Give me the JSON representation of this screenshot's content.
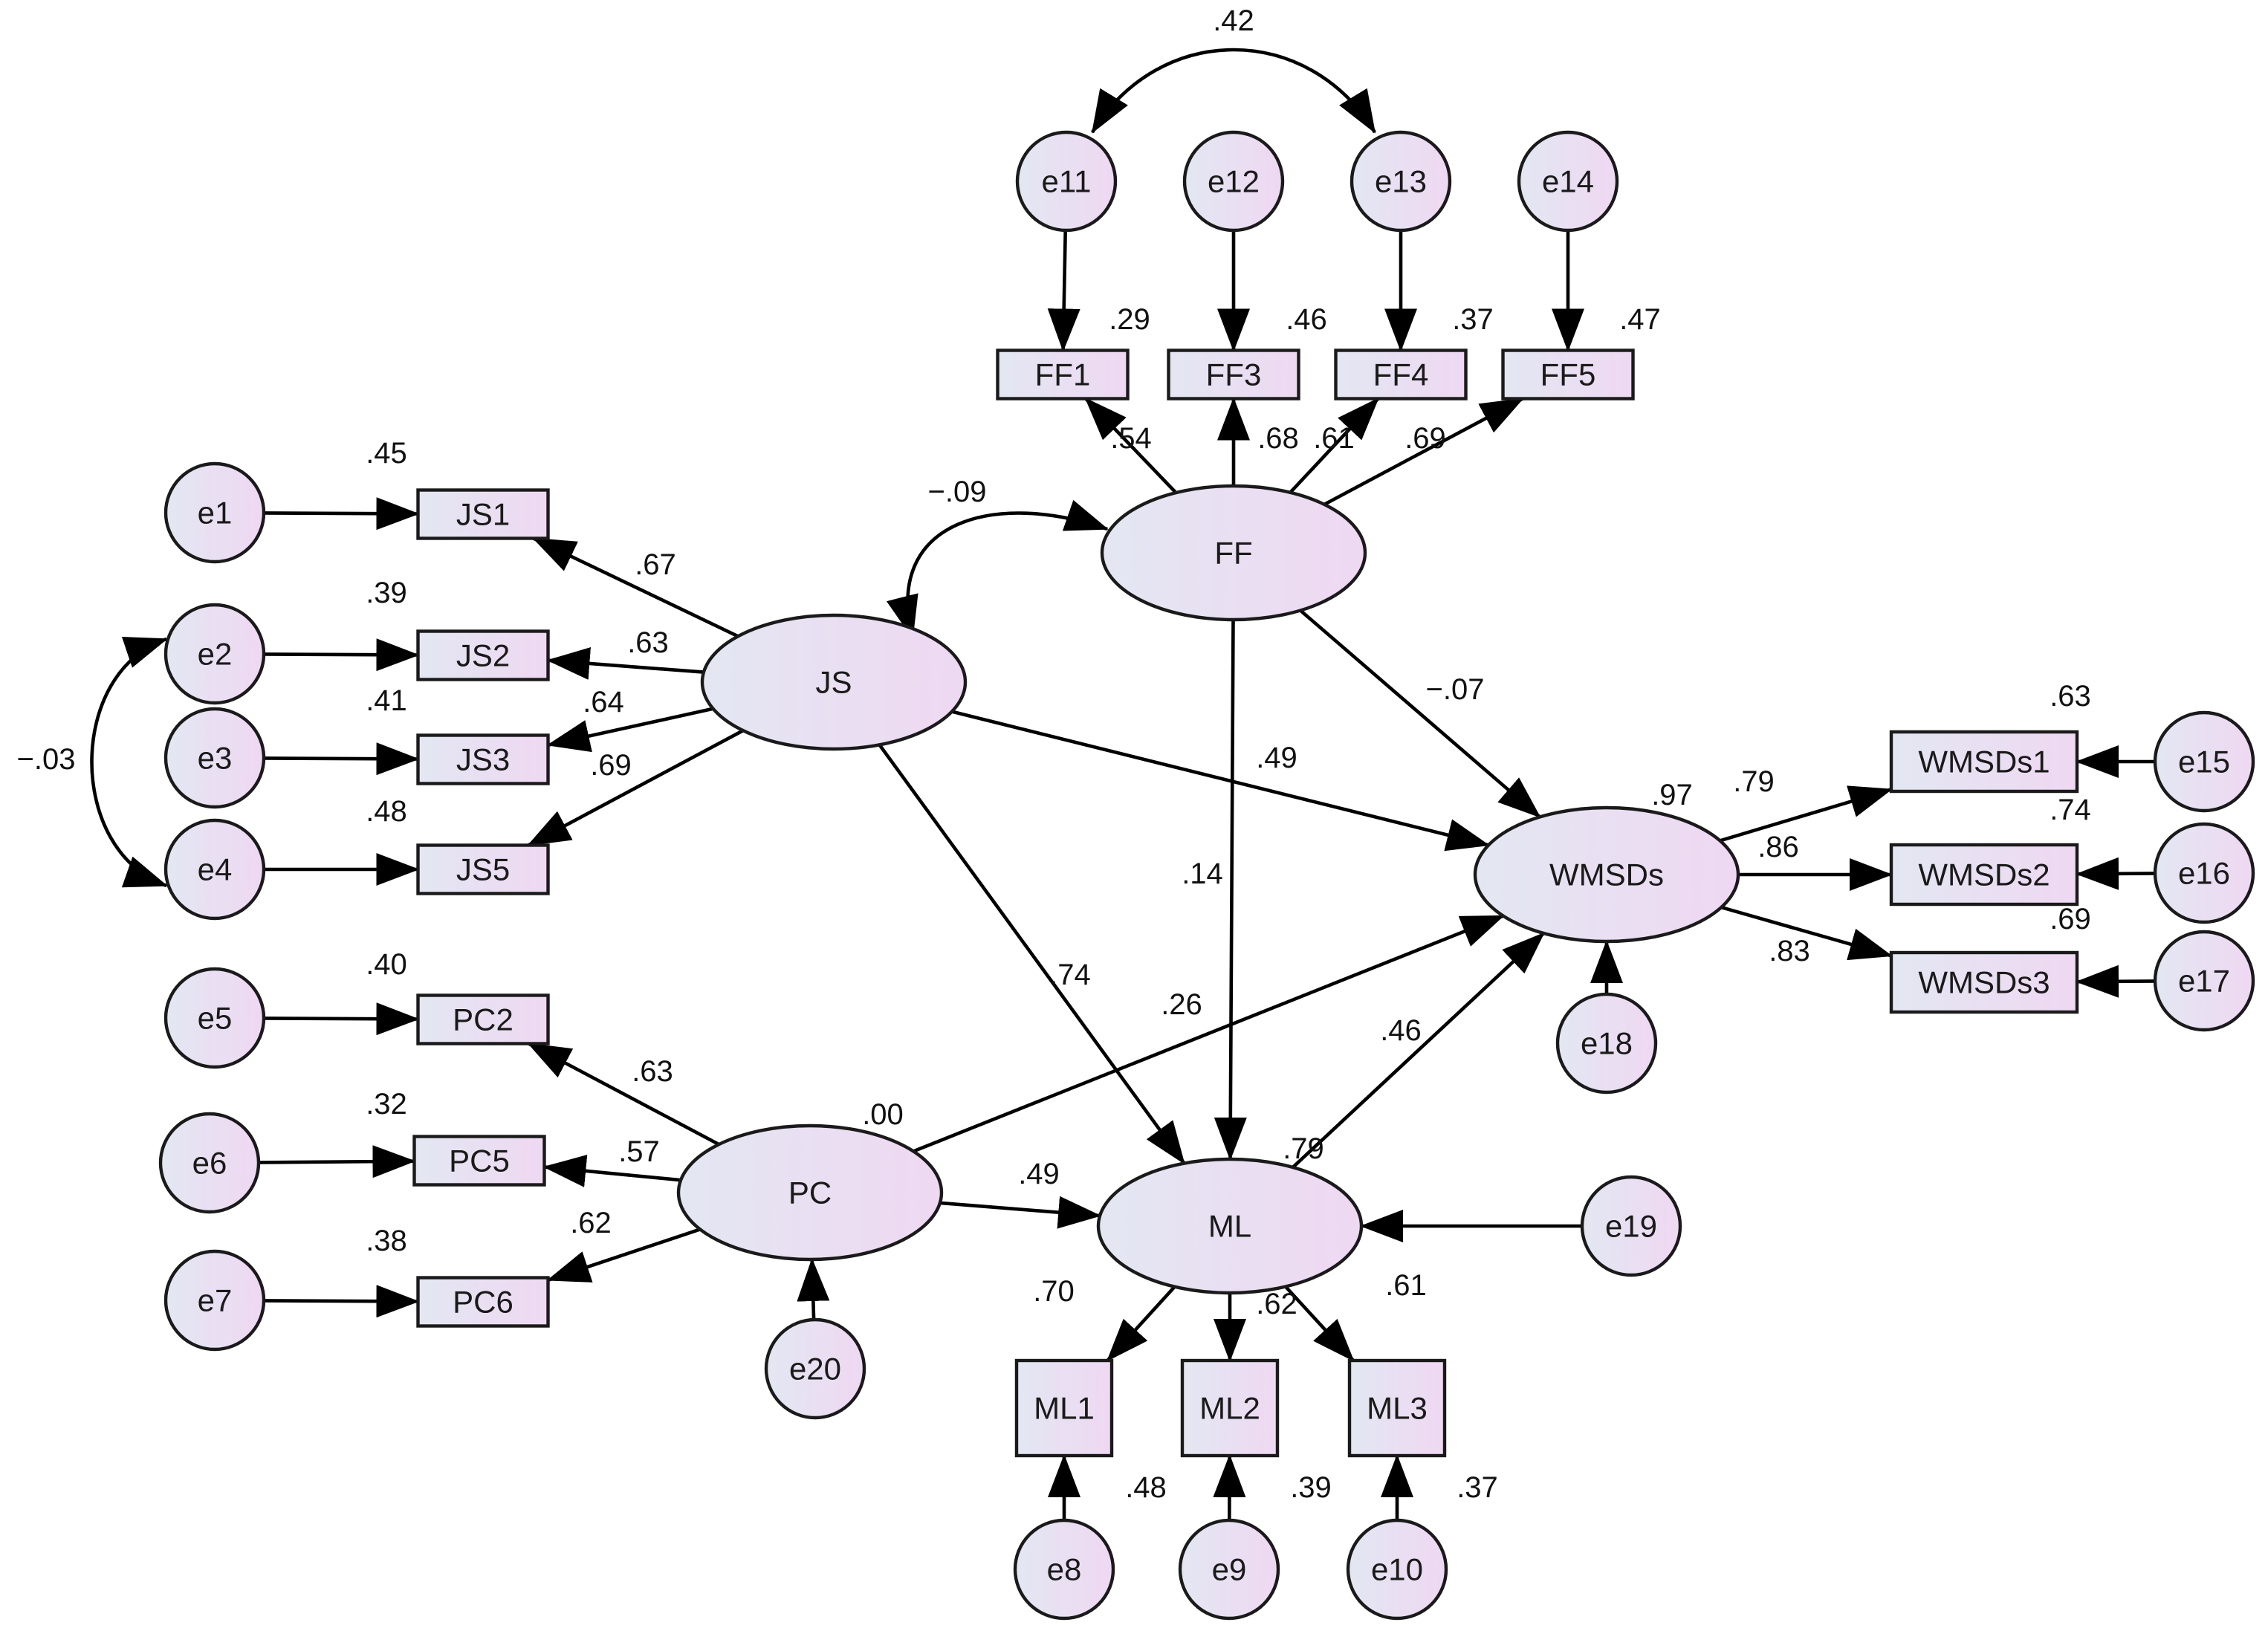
{
  "colors": {
    "stroke": "#1a1a1a",
    "fill_left": "#e3e7f2",
    "fill_right": "#efd8f2",
    "text": "#111111"
  },
  "nodes": {
    "e1": "e1",
    "e2": "e2",
    "e3": "e3",
    "e4": "e4",
    "e5": "e5",
    "e6": "e6",
    "e7": "e7",
    "e8": "e8",
    "e9": "e9",
    "e10": "e10",
    "e11": "e11",
    "e12": "e12",
    "e13": "e13",
    "e14": "e14",
    "e15": "e15",
    "e16": "e16",
    "e17": "e17",
    "e18": "e18",
    "e19": "e19",
    "e20": "e20",
    "JS1": "JS1",
    "JS2": "JS2",
    "JS3": "JS3",
    "JS5": "JS5",
    "PC2": "PC2",
    "PC5": "PC5",
    "PC6": "PC6",
    "FF1": "FF1",
    "FF3": "FF3",
    "FF4": "FF4",
    "FF5": "FF5",
    "ML1": "ML1",
    "ML2": "ML2",
    "ML3": "ML3",
    "WMSDs1": "WMSDs1",
    "WMSDs2": "WMSDs2",
    "WMSDs3": "WMSDs3",
    "JS": "JS",
    "PC": "PC",
    "FF": "FF",
    "ML": "ML",
    "WMSDs": "WMSDs"
  },
  "edges": [
    {
      "from": "e1",
      "to": "JS1"
    },
    {
      "from": "e2",
      "to": "JS2"
    },
    {
      "from": "e3",
      "to": "JS3"
    },
    {
      "from": "e4",
      "to": "JS5"
    },
    {
      "from": "e5",
      "to": "PC2"
    },
    {
      "from": "e6",
      "to": "PC5"
    },
    {
      "from": "e7",
      "to": "PC6"
    },
    {
      "from": "e11",
      "to": "FF1"
    },
    {
      "from": "e12",
      "to": "FF3"
    },
    {
      "from": "e13",
      "to": "FF4"
    },
    {
      "from": "e14",
      "to": "FF5"
    },
    {
      "from": "e15",
      "to": "WMSDs1"
    },
    {
      "from": "e16",
      "to": "WMSDs2"
    },
    {
      "from": "e17",
      "to": "WMSDs3"
    },
    {
      "from": "e8",
      "to": "ML1"
    },
    {
      "from": "e9",
      "to": "ML2"
    },
    {
      "from": "e10",
      "to": "ML3"
    },
    {
      "from": "e18",
      "to": "WMSDs"
    },
    {
      "from": "e19",
      "to": "ML"
    },
    {
      "from": "e20",
      "to": "PC"
    },
    {
      "from": "JS",
      "to": "JS1",
      "coef": ".67"
    },
    {
      "from": "JS",
      "to": "JS2",
      "coef": ".63"
    },
    {
      "from": "JS",
      "to": "JS3",
      "coef": ".64"
    },
    {
      "from": "JS",
      "to": "JS5",
      "coef": ".69"
    },
    {
      "from": "PC",
      "to": "PC2",
      "coef": ".63"
    },
    {
      "from": "PC",
      "to": "PC5",
      "coef": ".57"
    },
    {
      "from": "PC",
      "to": "PC6",
      "coef": ".62"
    },
    {
      "from": "FF",
      "to": "FF1",
      "coef": ".54"
    },
    {
      "from": "FF",
      "to": "FF3",
      "coef": ".68"
    },
    {
      "from": "FF",
      "to": "FF4",
      "coef": ".61"
    },
    {
      "from": "FF",
      "to": "FF5",
      "coef": ".69"
    },
    {
      "from": "ML",
      "to": "ML1",
      "coef": ".70"
    },
    {
      "from": "ML",
      "to": "ML2",
      "coef": ".62"
    },
    {
      "from": "ML",
      "to": "ML3",
      "coef": ".61"
    },
    {
      "from": "WMSDs",
      "to": "WMSDs1",
      "coef": ".79"
    },
    {
      "from": "WMSDs",
      "to": "WMSDs2",
      "coef": ".86"
    },
    {
      "from": "WMSDs",
      "to": "WMSDs3",
      "coef": ".83"
    },
    {
      "from": "JS",
      "to": "WMSDs",
      "coef": ".49"
    },
    {
      "from": "JS",
      "to": "ML",
      "coef": ".74"
    },
    {
      "from": "FF",
      "to": "WMSDs",
      "coef": "−.07"
    },
    {
      "from": "FF",
      "to": "ML",
      "coef": ".14"
    },
    {
      "from": "PC",
      "to": "WMSDs",
      "coef": ".26"
    },
    {
      "from": "PC",
      "to": "ML",
      "coef": ".49"
    },
    {
      "from": "ML",
      "to": "WMSDs",
      "coef": ".46"
    }
  ],
  "covariances": [
    {
      "between": [
        "e2",
        "e4"
      ],
      "coef": "−.03"
    },
    {
      "between": [
        "e11",
        "e13"
      ],
      "coef": ".42"
    },
    {
      "between": [
        "JS",
        "FF"
      ],
      "coef": "−.09"
    }
  ],
  "r_squared": {
    "JS1": ".45",
    "JS2": ".39",
    "JS3": ".41",
    "JS5": ".48",
    "PC2": ".40",
    "PC5": ".32",
    "PC6": ".38",
    "FF1": ".29",
    "FF3": ".46",
    "FF4": ".37",
    "FF5": ".47",
    "ML1": ".48",
    "ML2": ".39",
    "ML3": ".37",
    "WMSDs1": ".63",
    "WMSDs2": ".74",
    "WMSDs3": ".69",
    "PC": ".00",
    "ML": ".79",
    "WMSDs": ".97"
  }
}
